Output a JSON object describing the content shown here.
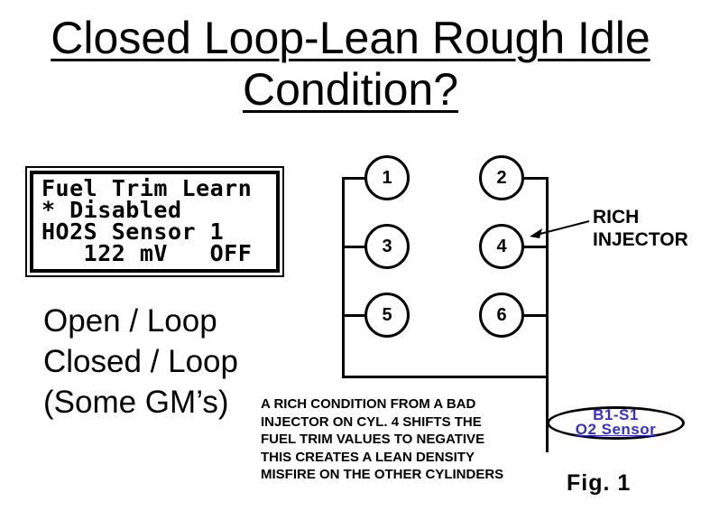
{
  "title": {
    "line1": "Closed Loop-Lean Rough Idle",
    "line2": "Condition?"
  },
  "scan_tool": {
    "lines": [
      "Fuel Trim Learn",
      "* Disabled",
      "HO2S Sensor 1",
      "   122 mV   OFF"
    ]
  },
  "loop_notes": {
    "line1": "Open / Loop",
    "line2": "Closed / Loop",
    "line3": "(Some GM’s)"
  },
  "engine_diagram": {
    "cylinders": [
      {
        "label": "1"
      },
      {
        "label": "2"
      },
      {
        "label": "3"
      },
      {
        "label": "4"
      },
      {
        "label": "5"
      },
      {
        "label": "6"
      }
    ],
    "callout": {
      "line1": "RICH",
      "line2": "INJECTOR"
    },
    "o2_sensor": {
      "line1": "B1-S1",
      "line2": "O2 Sensor",
      "text_color": "#3232C8"
    }
  },
  "caption": {
    "lines": [
      "A RICH CONDITION FROM A BAD",
      "INJECTOR ON CYL. 4 SHIFTS THE",
      "FUEL TRIM VALUES TO NEGATIVE",
      "THIS CREATES A LEAN DENSITY",
      "MISFIRE ON THE OTHER CYLINDERS"
    ]
  },
  "figure_label": "Fig. 1"
}
